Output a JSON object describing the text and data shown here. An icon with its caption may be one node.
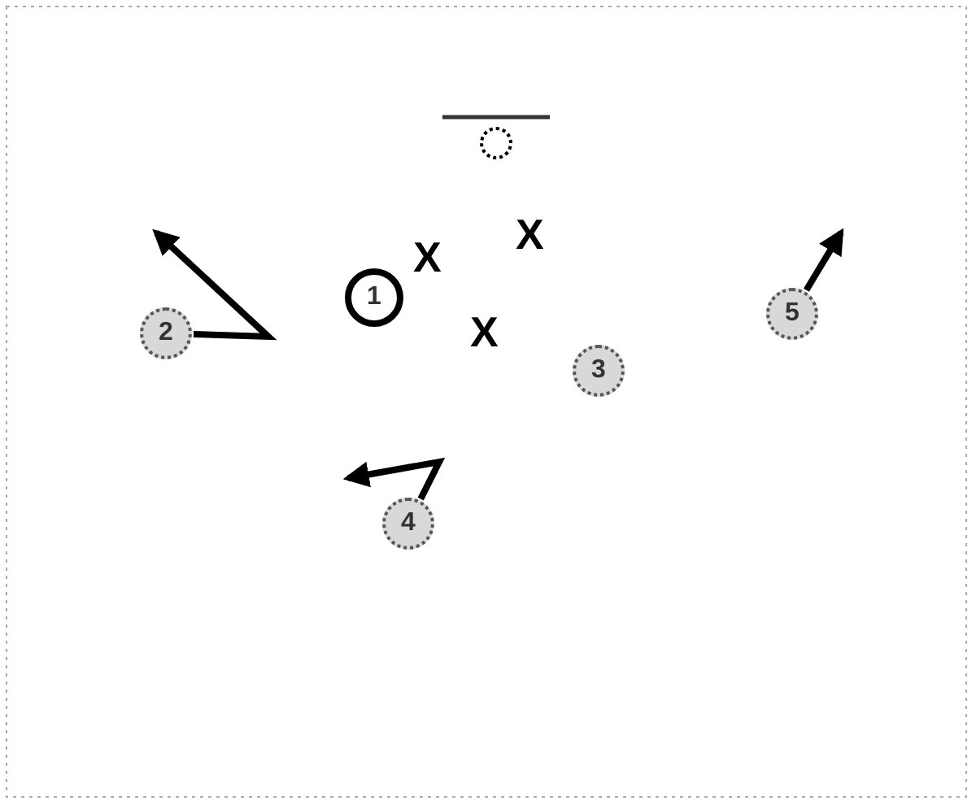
{
  "diagram": {
    "nodes": [
      {
        "text": [],
        "shape": "circle"
      },
      {
        "text": [
          "2"
        ]
      },
      {
        "text": [
          "1"
        ]
      },
      {
        "text": [
          "3"
        ]
      },
      {
        "text": [
          "5"
        ]
      },
      {
        "text": [
          "4"
        ]
      }
    ],
    "edges": [
      {
        "from": 1,
        "to": null,
        "arrow": "to"
      },
      {
        "from": 4,
        "to": null,
        "arrow": "to"
      },
      {
        "from": 5,
        "to": null,
        "arrow": "to"
      }
    ],
    "labels": [
      "X",
      "X",
      "X"
    ]
  }
}
